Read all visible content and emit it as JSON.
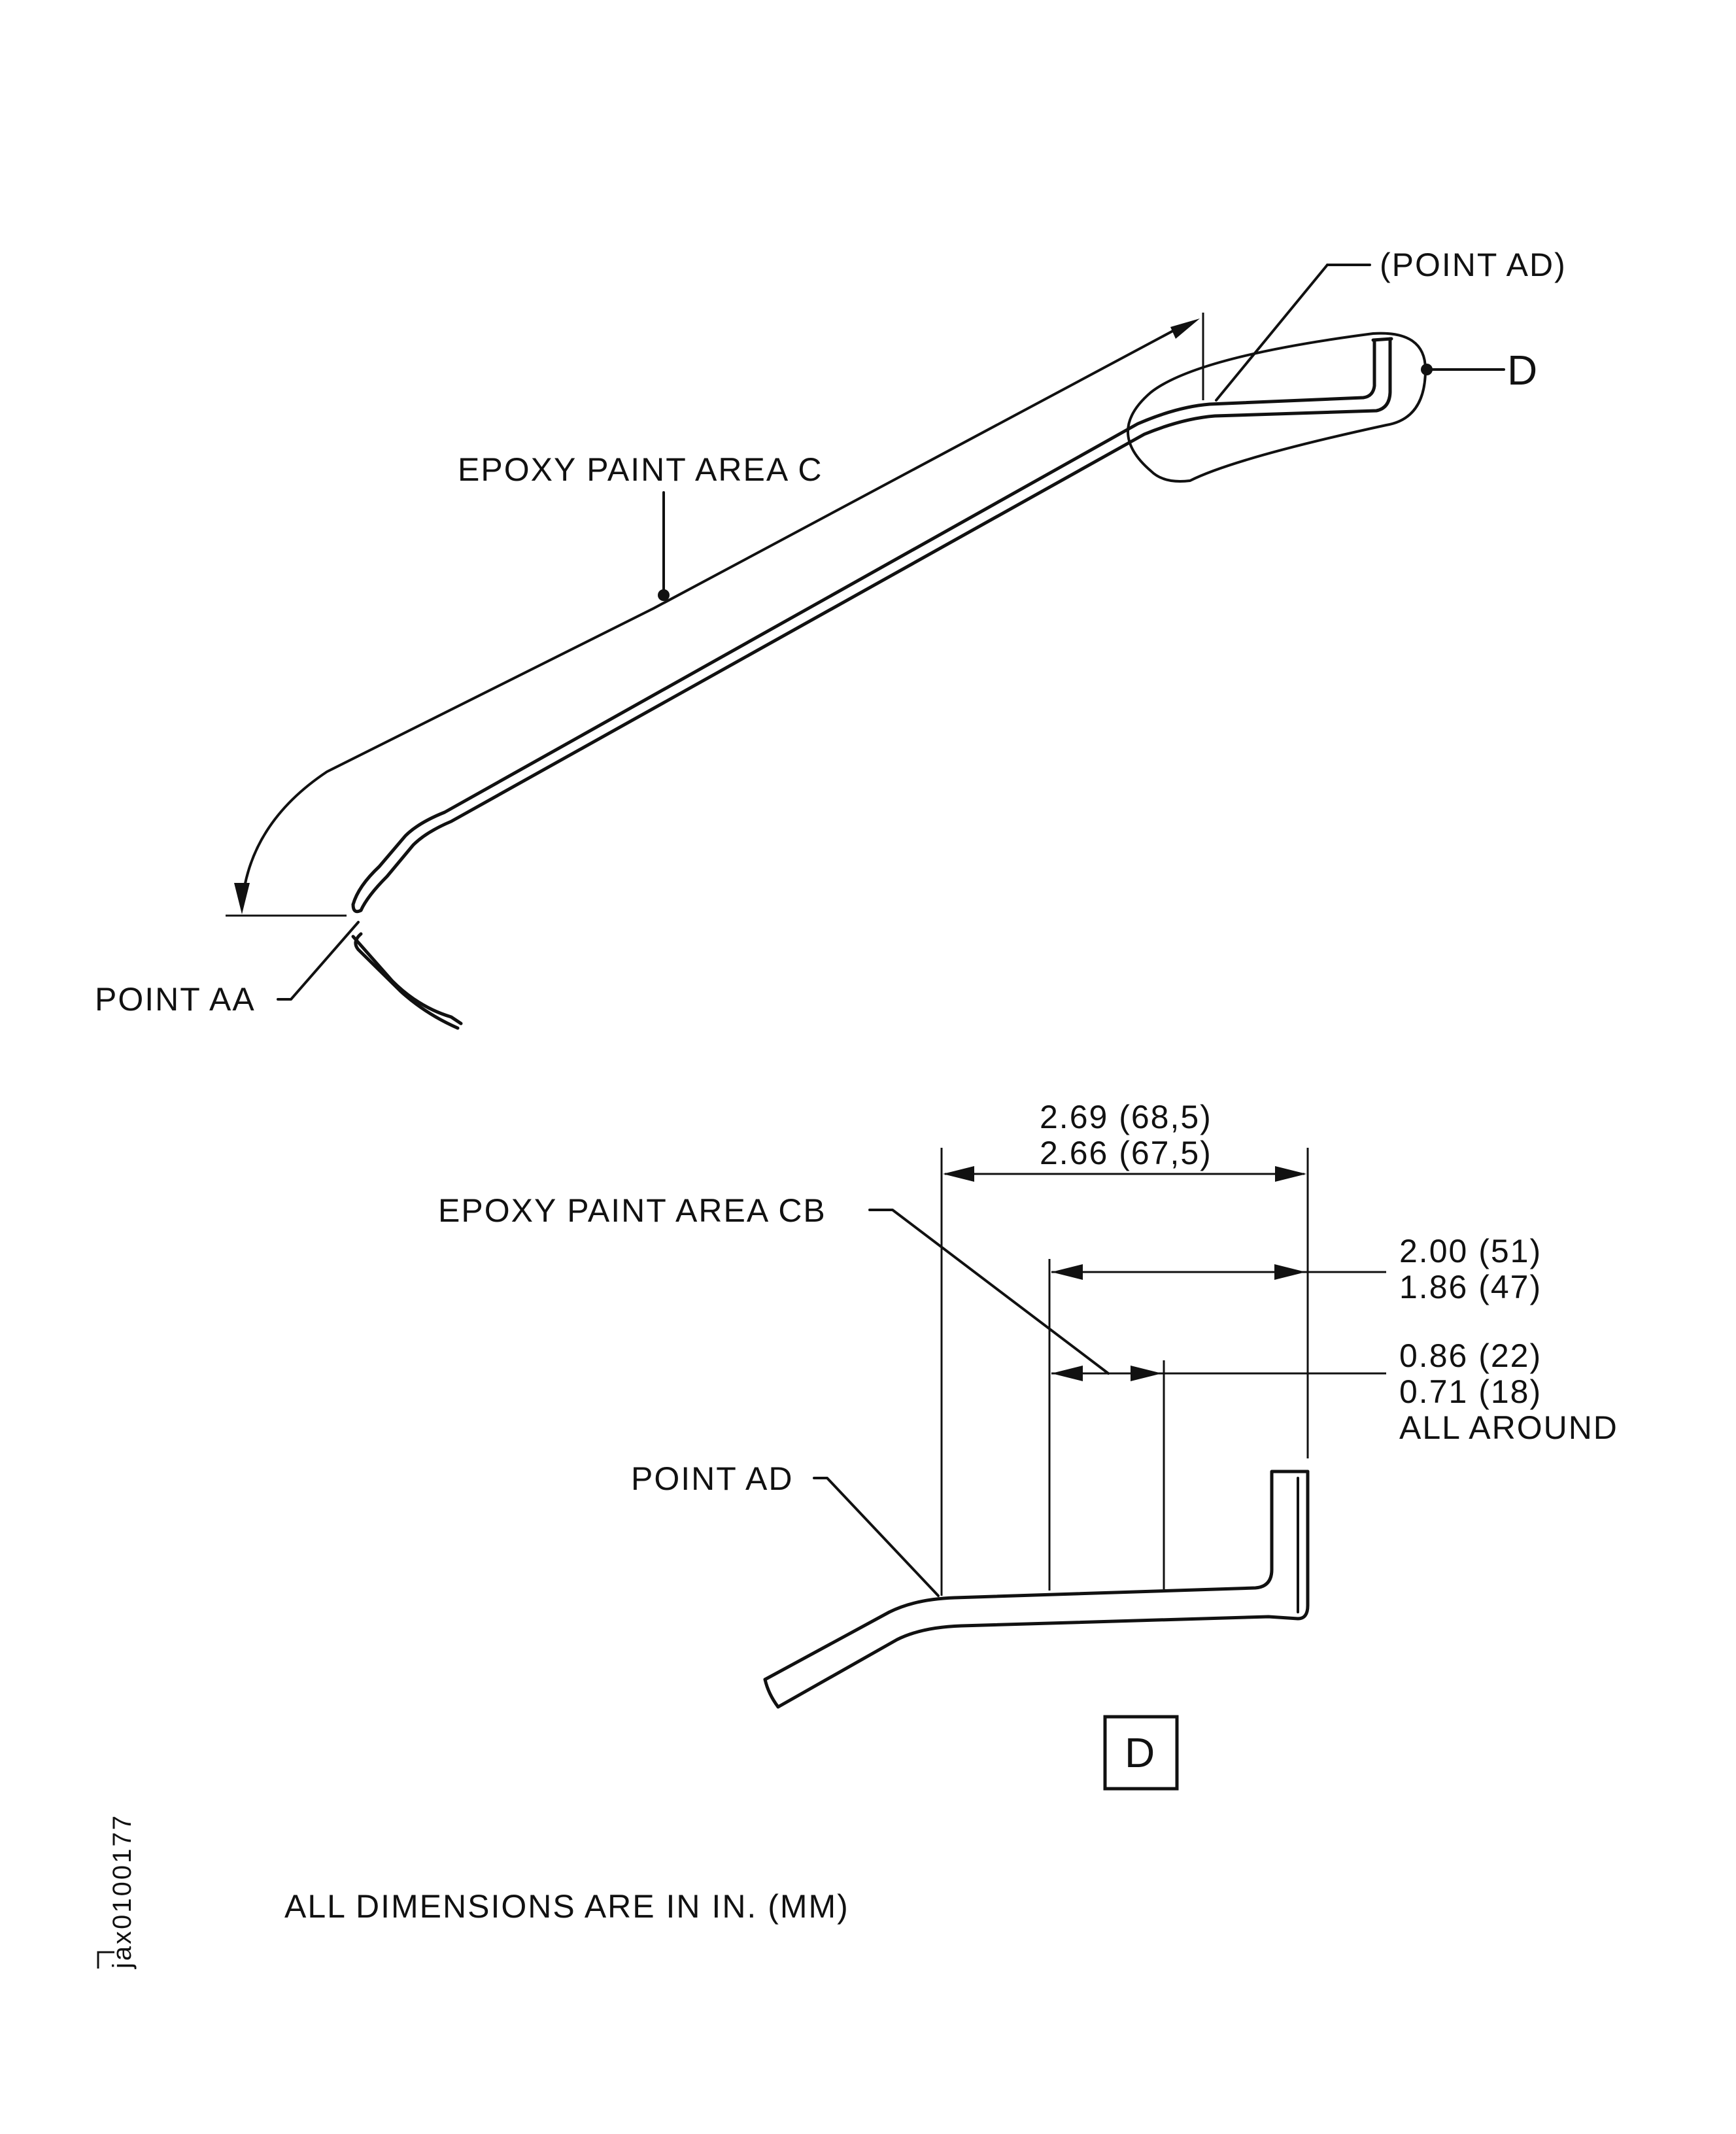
{
  "labels": {
    "point_ad_top": "(POINT AD)",
    "detail_ref": "D",
    "epoxy_area_c": "EPOXY PAINT AREA C",
    "point_aa": "POINT AA",
    "dim_overall_max": "2.69 (68,5)",
    "dim_overall_min": "2.66 (67,5)",
    "epoxy_area_cb": "EPOXY PAINT AREA CB",
    "dim_mid_max": "2.00 (51)",
    "dim_mid_min": "1.86 (47)",
    "dim_band_max": "0.86 (22)",
    "dim_band_min": "0.71 (18)",
    "all_around": "ALL AROUND",
    "point_ad_detail": "POINT AD",
    "detail_box_label": "D",
    "units_note": "ALL DIMENSIONS ARE IN IN. (MM)",
    "figure_id": "jax0100177"
  }
}
